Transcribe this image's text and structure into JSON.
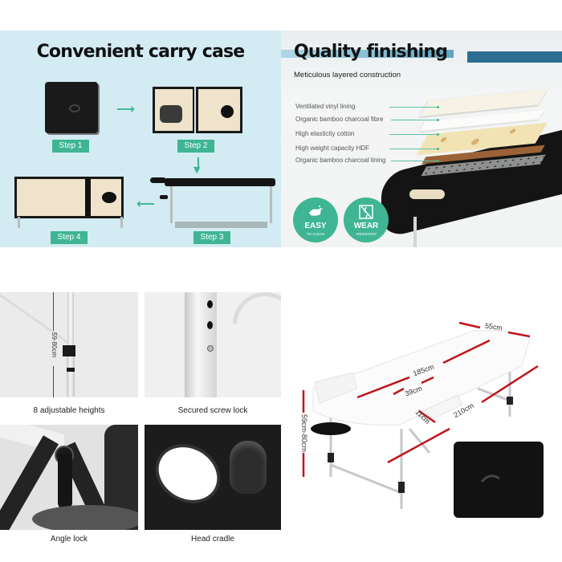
{
  "carry_case": {
    "title": "Convenient carry case",
    "steps": [
      "Step 1",
      "Step 2",
      "Step 3",
      "Step 4"
    ]
  },
  "quality": {
    "title": "Quality finishing",
    "subtitle": "Meticulous layered construction",
    "layers": [
      "Ventilated vinyl lining",
      "Organic bamboo charcoal fibre",
      "High elasticity cotton",
      "High weight capacity HDF",
      "Organic bamboo charcoal lining"
    ],
    "badges": [
      {
        "big": "EASY",
        "small": "TO CLEAN",
        "icon": "hand-wipe-icon"
      },
      {
        "big": "WEAR",
        "small": "-RESISTANT",
        "icon": "crack-icon"
      }
    ]
  },
  "features": {
    "height_marker": "59-80cm",
    "captions": [
      "8 adjustable heights",
      "Secured screw lock",
      "Angle lock",
      "Head cradle"
    ]
  },
  "dimensions": {
    "width": "55cm",
    "top_length": "185cm",
    "armrest": "39cm",
    "armrest_depth": "11cm",
    "total_length": "210cm",
    "height": "59cm-80cm"
  },
  "colors": {
    "accent_green": "#3fb594",
    "carry_bg": "#d3ebf2",
    "dimension_red": "#c0141a"
  }
}
